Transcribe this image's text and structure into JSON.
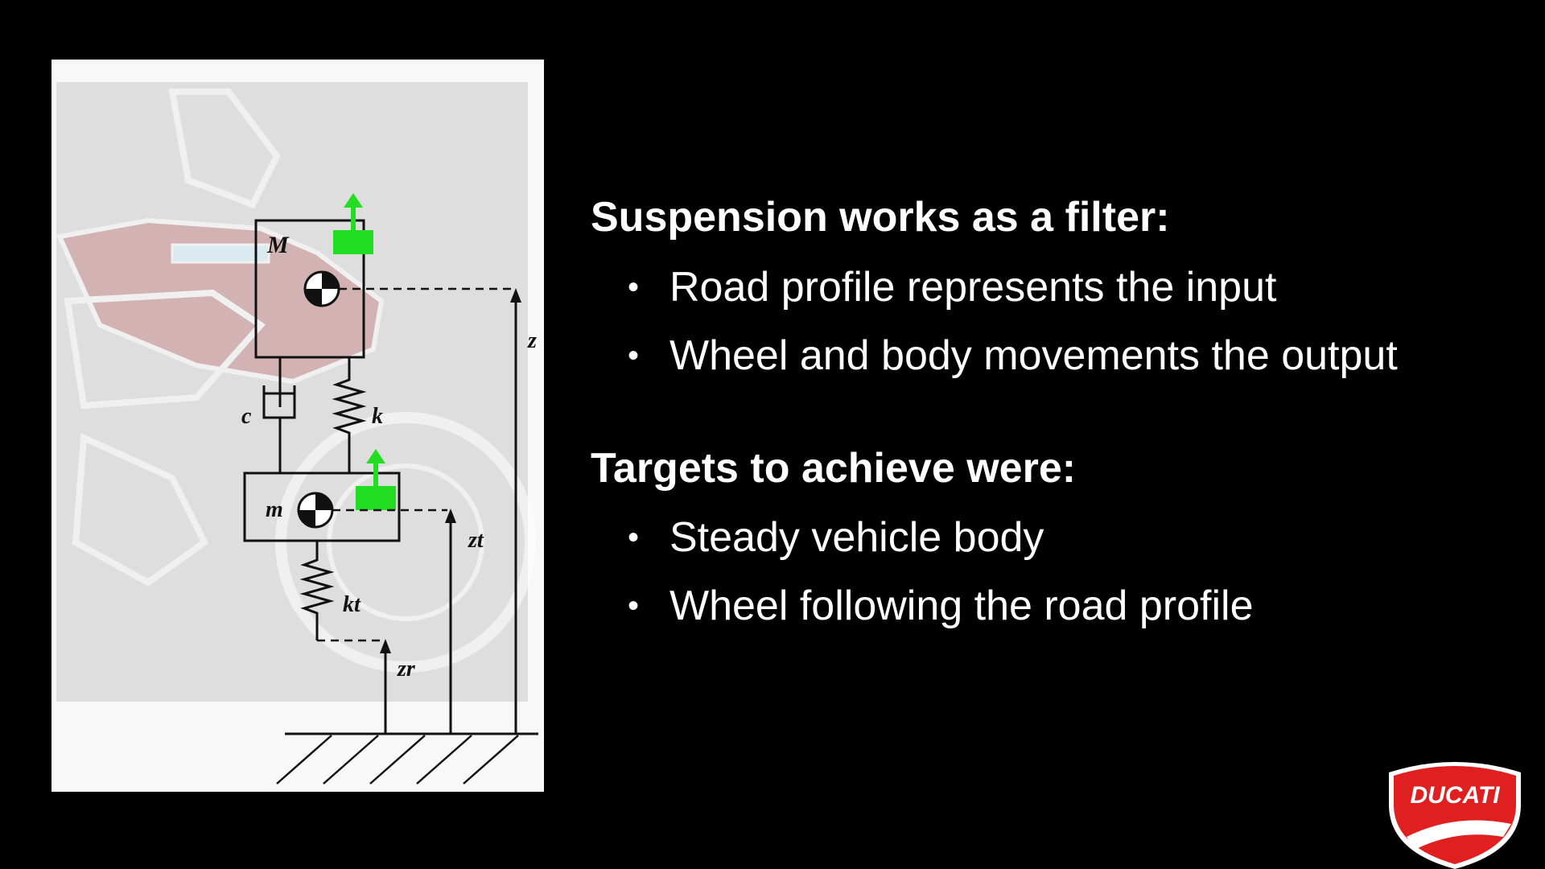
{
  "slide": {
    "section1": {
      "heading": "Suspension works as a filter:",
      "bullets": [
        "Road profile represents the input",
        "Wheel and body movements the output"
      ]
    },
    "section2": {
      "heading": "Targets to achieve were:",
      "bullets": [
        "Steady vehicle body",
        "Wheel following the road profile"
      ]
    },
    "bullet_glyph": "•"
  },
  "diagram": {
    "labels": {
      "sprung_mass": "M",
      "unsprung_mass": "m",
      "damper": "c",
      "spring": "k",
      "tire_spring": "kt",
      "body_displacement": "z",
      "wheel_displacement": "zt",
      "road_displacement": "zr"
    },
    "accent_color": "#22dd22"
  },
  "logo": {
    "text": "DUCATI",
    "color": "#e02020"
  }
}
